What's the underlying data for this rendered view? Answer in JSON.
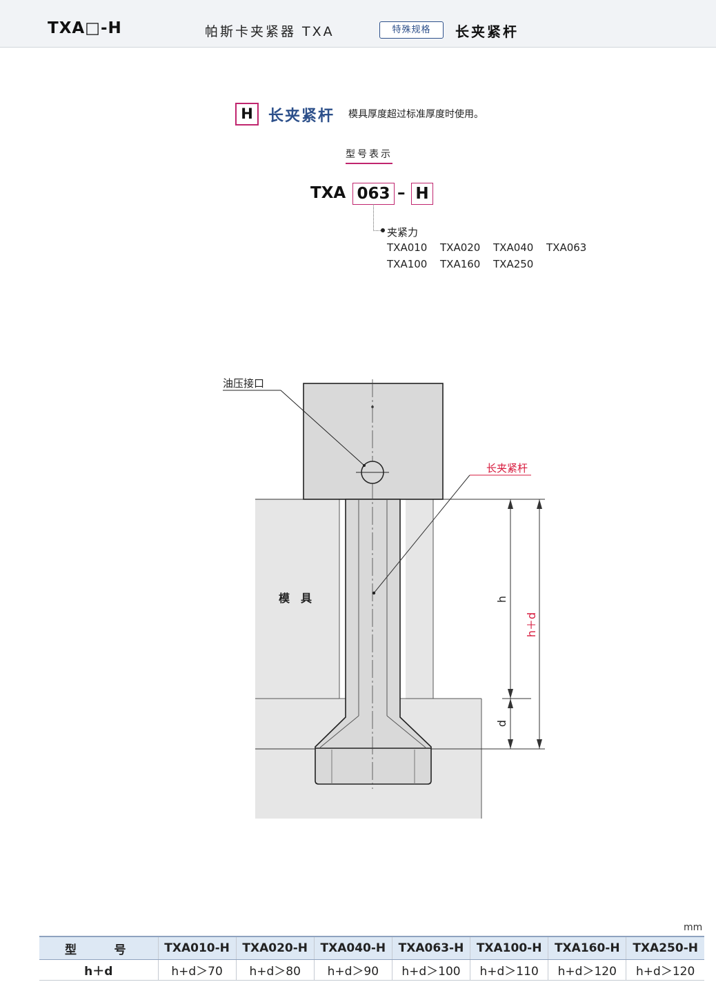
{
  "header": {
    "code": "TXA□-H",
    "product": "帕斯卡夹紧器 TXA",
    "badge": "特殊规格",
    "title": "长夹紧杆"
  },
  "section": {
    "letter": "H",
    "title": "长夹紧杆",
    "desc": "模具厚度超过标准厚度时使用。"
  },
  "model": {
    "label": "型号表示",
    "prefix": "TXA",
    "number": "063",
    "dash": "–",
    "suffix": "H",
    "force_label": "夹紧力",
    "options_row1": [
      "TXA010",
      "TXA020",
      "TXA040",
      "TXA063"
    ],
    "options_row2": [
      "TXA100",
      "TXA160",
      "TXA250"
    ]
  },
  "diagram": {
    "port_label": "油压接口",
    "rod_label": "长夹紧杆",
    "mold_label": "模　具",
    "dim_h": "h",
    "dim_d": "d",
    "dim_hd": "h＋d",
    "accent_color": "#d7193c"
  },
  "table": {
    "unit": "mm",
    "header_left": "型",
    "header_right": "号",
    "row_label": "h＋d",
    "models": [
      "TXA010-H",
      "TXA020-H",
      "TXA040-H",
      "TXA063-H",
      "TXA100-H",
      "TXA160-H",
      "TXA250-H"
    ],
    "values": [
      "h+d＞70",
      "h+d＞80",
      "h+d＞90",
      "h+d＞100",
      "h+d＞110",
      "h+d＞120",
      "h+d＞120"
    ]
  }
}
